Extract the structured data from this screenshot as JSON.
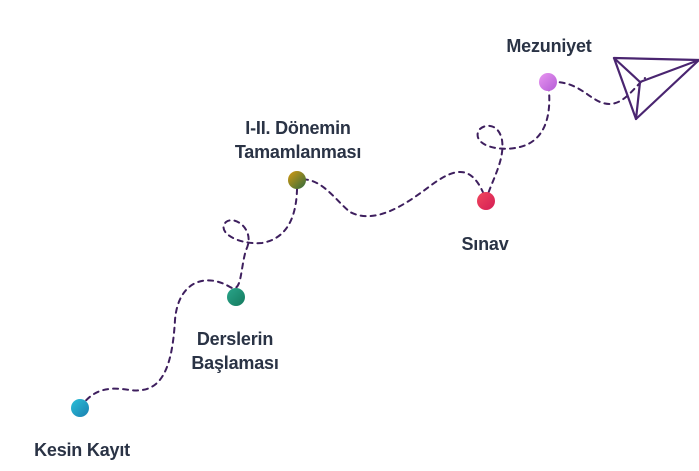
{
  "milestones": [
    {
      "lines": [
        "Kesin Kayıt"
      ],
      "color_a": "#2bc0d8",
      "color_b": "#1a7fb0"
    },
    {
      "lines": [
        "Derslerin",
        "Başlaması"
      ],
      "color_a": "#2aa58a",
      "color_b": "#147a5e"
    },
    {
      "lines": [
        "I-II. Dönemin",
        "Tamamlanması"
      ],
      "color_a": "#d69a10",
      "color_b": "#2e6a3e"
    },
    {
      "lines": [
        "Sınav"
      ],
      "color_a": "#f0475d",
      "color_b": "#d41d55"
    },
    {
      "lines": [
        "Mezuniyet"
      ],
      "color_a": "#e895f0",
      "color_b": "#b45cd6"
    }
  ],
  "path_color": "#3e1f5e",
  "plane_color": "#4a2570",
  "plane_icon": "paper-plane-icon"
}
